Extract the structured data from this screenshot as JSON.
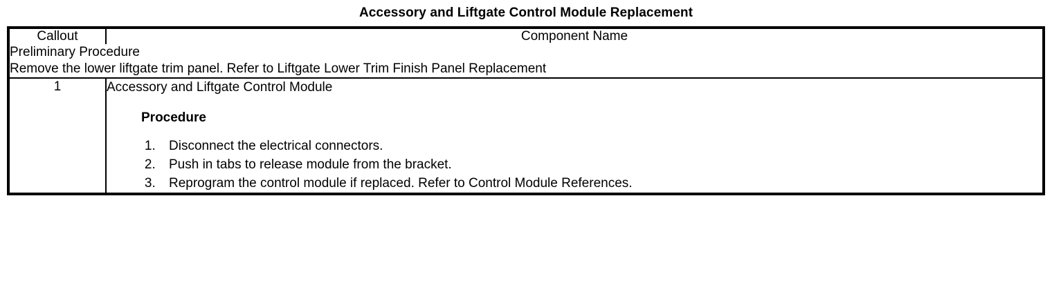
{
  "document": {
    "title": "Accessory and Liftgate Control Module Replacement"
  },
  "table": {
    "headers": {
      "callout": "Callout",
      "component_name": "Component Name"
    },
    "preliminary": {
      "heading": "Preliminary Procedure",
      "text": "Remove the lower liftgate trim panel. Refer to Liftgate Lower Trim Finish Panel Replacement"
    },
    "rows": [
      {
        "callout": "1",
        "component_name": "Accessory and Liftgate Control Module",
        "procedure_heading": "Procedure",
        "steps": [
          "Disconnect the electrical connectors.",
          "Push in tabs to release module from the bracket.",
          "Reprogram the control module if replaced. Refer to Control Module References."
        ]
      }
    ]
  },
  "colors": {
    "border": "#000000",
    "text": "#000000",
    "background": "#ffffff"
  }
}
